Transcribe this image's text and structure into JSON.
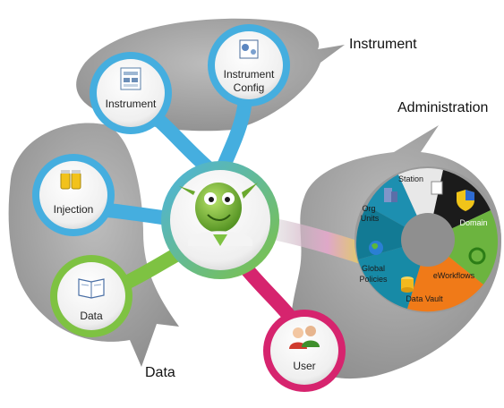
{
  "callouts": {
    "instrument": "Instrument",
    "administration": "Administration",
    "data": "Data"
  },
  "nodes": {
    "instrument": "Instrument",
    "instrument_config_line1": "Instrument",
    "instrument_config_line2": "Config",
    "injection": "Injection",
    "data": "Data",
    "user": "User"
  },
  "admin_wheel": {
    "station": "Station",
    "org_units_line1": "Org",
    "org_units_line2": "Units",
    "domain": "Domain",
    "global_policies_line1": "Global",
    "global_policies_line2": "Policies",
    "eworkflows": "eWorkflows",
    "data_vault": "Data Vault"
  },
  "colors": {
    "blue_ring": "#3aa6d8",
    "green_ring": "#7ec242",
    "magenta_ring": "#d6246e",
    "callout_gray": "#8a8a8a",
    "teal": "#1d8fb0",
    "orange": "#f07a18",
    "green": "#6cb43f",
    "black": "#1b1b1b",
    "white_seg": "#e8e8e8"
  }
}
